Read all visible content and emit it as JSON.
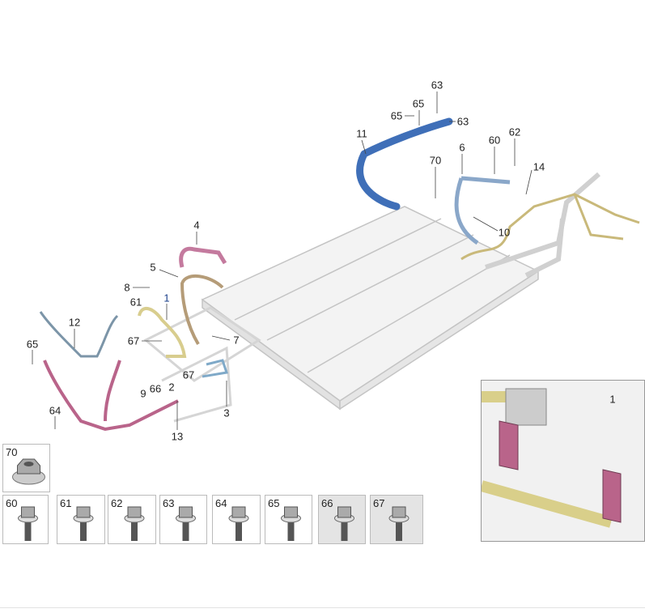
{
  "diagram": {
    "callouts": [
      "63",
      "65",
      "65",
      "63",
      "11",
      "62",
      "60",
      "6",
      "70",
      "14",
      "10",
      "4",
      "5",
      "8",
      "61",
      "1",
      "12",
      "67",
      "7",
      "65",
      "67",
      "66",
      "2",
      "9",
      "3",
      "64",
      "13"
    ],
    "inset_callout": "1",
    "fasteners": [
      {
        "label": "70",
        "type": "flange-nut"
      },
      {
        "label": "60",
        "type": "hex-flange-bolt"
      },
      {
        "label": "61",
        "type": "hex-flange-bolt"
      },
      {
        "label": "62",
        "type": "torx-pan-screw"
      },
      {
        "label": "63",
        "type": "socket-cap-screw"
      },
      {
        "label": "64",
        "type": "hex-flange-bolt"
      },
      {
        "label": "65",
        "type": "hex-flange-bolt"
      },
      {
        "label": "66",
        "type": "hex-flange-bolt"
      },
      {
        "label": "67",
        "type": "hex-flange-bolt"
      }
    ],
    "colors": {
      "pink": "#b9648a",
      "blue": "#3f6fb8",
      "gold": "#c9b97a",
      "tan": "#b59c78",
      "steelblue": "#7fa0b8",
      "tray": "#d8d8d8"
    }
  }
}
